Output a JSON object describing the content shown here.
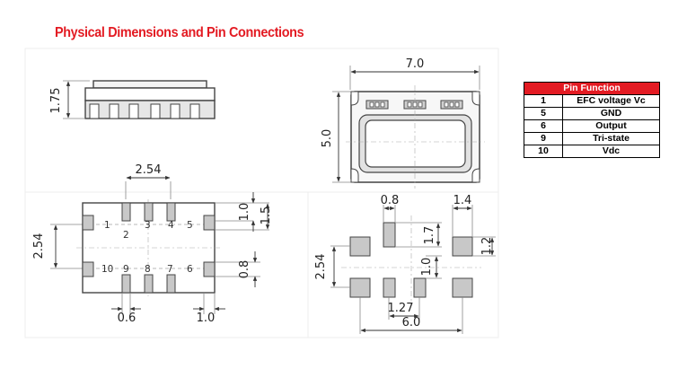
{
  "title": "Physical Dimensions and Pin Connections",
  "side_view": {
    "height": "1.75"
  },
  "top_view": {
    "width": "7.0",
    "height": "5.0"
  },
  "bottom_view": {
    "pad_pitch": "2.54",
    "row_pitch": "2.54",
    "dim_1_0": "1.0",
    "dim_1_5": "1.5",
    "dim_0_8": "0.8",
    "dim_0_6": "0.6",
    "dim_1_0_b": "1.0",
    "pins": [
      "1",
      "2",
      "3",
      "4",
      "5",
      "10",
      "9",
      "8",
      "7",
      "6"
    ]
  },
  "land_pattern": {
    "dim_0_8": "0.8",
    "dim_1_4": "1.4",
    "dim_1_7": "1.7",
    "dim_1_0": "1.0",
    "dim_1_2": "1.2",
    "dim_2_54": "2.54",
    "dim_1_27": "1.27",
    "dim_6_0": "6.0"
  },
  "pin_table": {
    "header": "Pin Function",
    "rows": [
      {
        "pin": "1",
        "function": "EFC voltage Vc"
      },
      {
        "pin": "5",
        "function": "GND"
      },
      {
        "pin": "6",
        "function": "Output"
      },
      {
        "pin": "9",
        "function": "Tri-state"
      },
      {
        "pin": "10",
        "function": "Vdc"
      }
    ]
  },
  "colors": {
    "title": "#e31b23",
    "pad": "#c8c8c8",
    "line": "#555555"
  }
}
